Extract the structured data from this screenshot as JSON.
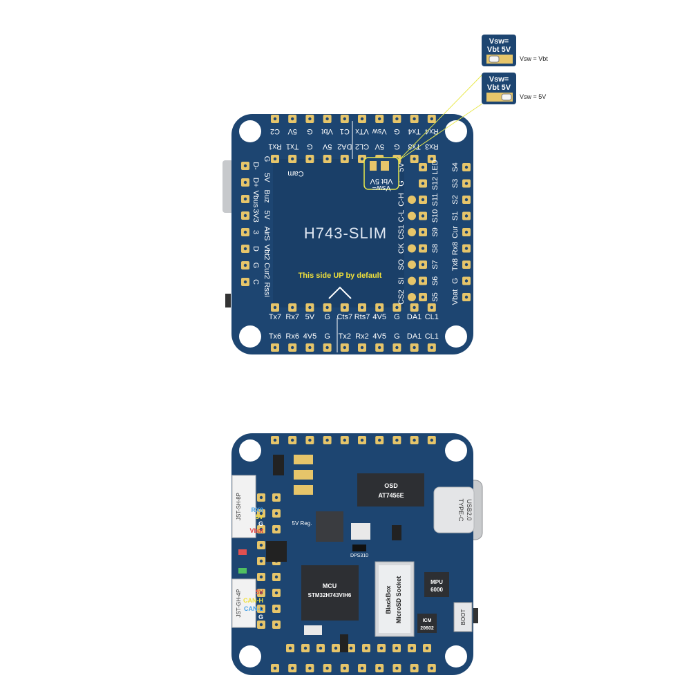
{
  "top_board": {
    "title": "H743-SLIM",
    "note": "This side UP by default",
    "cam_label": "Cam",
    "top_row_outer": [
      "C2",
      "5V",
      "G",
      "Vbt",
      "C1",
      "VTx",
      "Vsw",
      "G",
      "Tx4",
      "Rx4"
    ],
    "top_row_inner": [
      "Rx1",
      "Tx1",
      "G",
      "5V",
      "DA2",
      "CL2",
      "5V",
      "G",
      "Tx3",
      "Rx3"
    ],
    "right_col_outer": [
      "S4",
      "S3",
      "S2",
      "S1",
      "Cur",
      "Rx8",
      "Tx8",
      "G",
      "Vbat"
    ],
    "right_col_inner": [
      "LED",
      "S12",
      "S11",
      "S10",
      "S9",
      "S8",
      "S7",
      "S6",
      "S5"
    ],
    "mid_col": [
      "5V",
      "G",
      "C-H",
      "C-L",
      "CS1",
      "CK",
      "SO",
      "SI",
      "CS2"
    ],
    "left_col": [
      "G",
      "5V",
      "Buz",
      "5V",
      "AirS",
      "Vbt2",
      "Cur2",
      "Rssi"
    ],
    "usb_col": [
      "D-",
      "D+",
      "Vbus",
      "3V3",
      "3",
      "D",
      "G",
      "C"
    ],
    "bottom_row_inner": [
      "Tx7",
      "Rx7",
      "5V",
      "G",
      "Cts7",
      "Rts7",
      "4V5",
      "G",
      "DA1",
      "CL1"
    ],
    "bottom_row_outer": [
      "Tx6",
      "Rx6",
      "4V5",
      "G",
      "Tx2",
      "Rx2",
      "4V5",
      "G",
      "DA1",
      "CL1"
    ],
    "vsw_pad": {
      "top": "Vsw=",
      "bottom": "Vbt  5V"
    }
  },
  "vsw_legend": [
    {
      "line1": "Vsw=",
      "line2": "Vbt  5V",
      "caption": "Vsw = Vbt"
    },
    {
      "line1": "Vsw=",
      "line2": "Vbt  5V",
      "caption": "Vsw = 5V"
    }
  ],
  "bottom_board": {
    "osd_name": "OSD",
    "osd_chip": "AT7456E",
    "usb_line1": "TYPE-C",
    "usb_line2": "USB2.0",
    "reg": "5V Reg.",
    "baro": "DPS310",
    "mcu_name": "MCU",
    "mcu_chip": "STM32H743VIH6",
    "sd_line1": "BlackBox",
    "sd_line2": "MicroSD Socket",
    "mpu_line1": "MPU",
    "mpu_line2": "6000",
    "icm_line1": "ICM",
    "icm_line2": "20602",
    "boot": "BOOT",
    "jst_sh": "JST-SH-8P",
    "jst_gh": "JST-GH-4P",
    "sh_pins": [
      "RX8",
      "5V",
      "G",
      "Vbat"
    ],
    "gh_pins": [
      "5V",
      "CAN-H",
      "CAN-L",
      "G"
    ]
  },
  "colors": {
    "board": "#1d4571",
    "pad": "#e6c56a",
    "highlight": "#e8e84a"
  }
}
